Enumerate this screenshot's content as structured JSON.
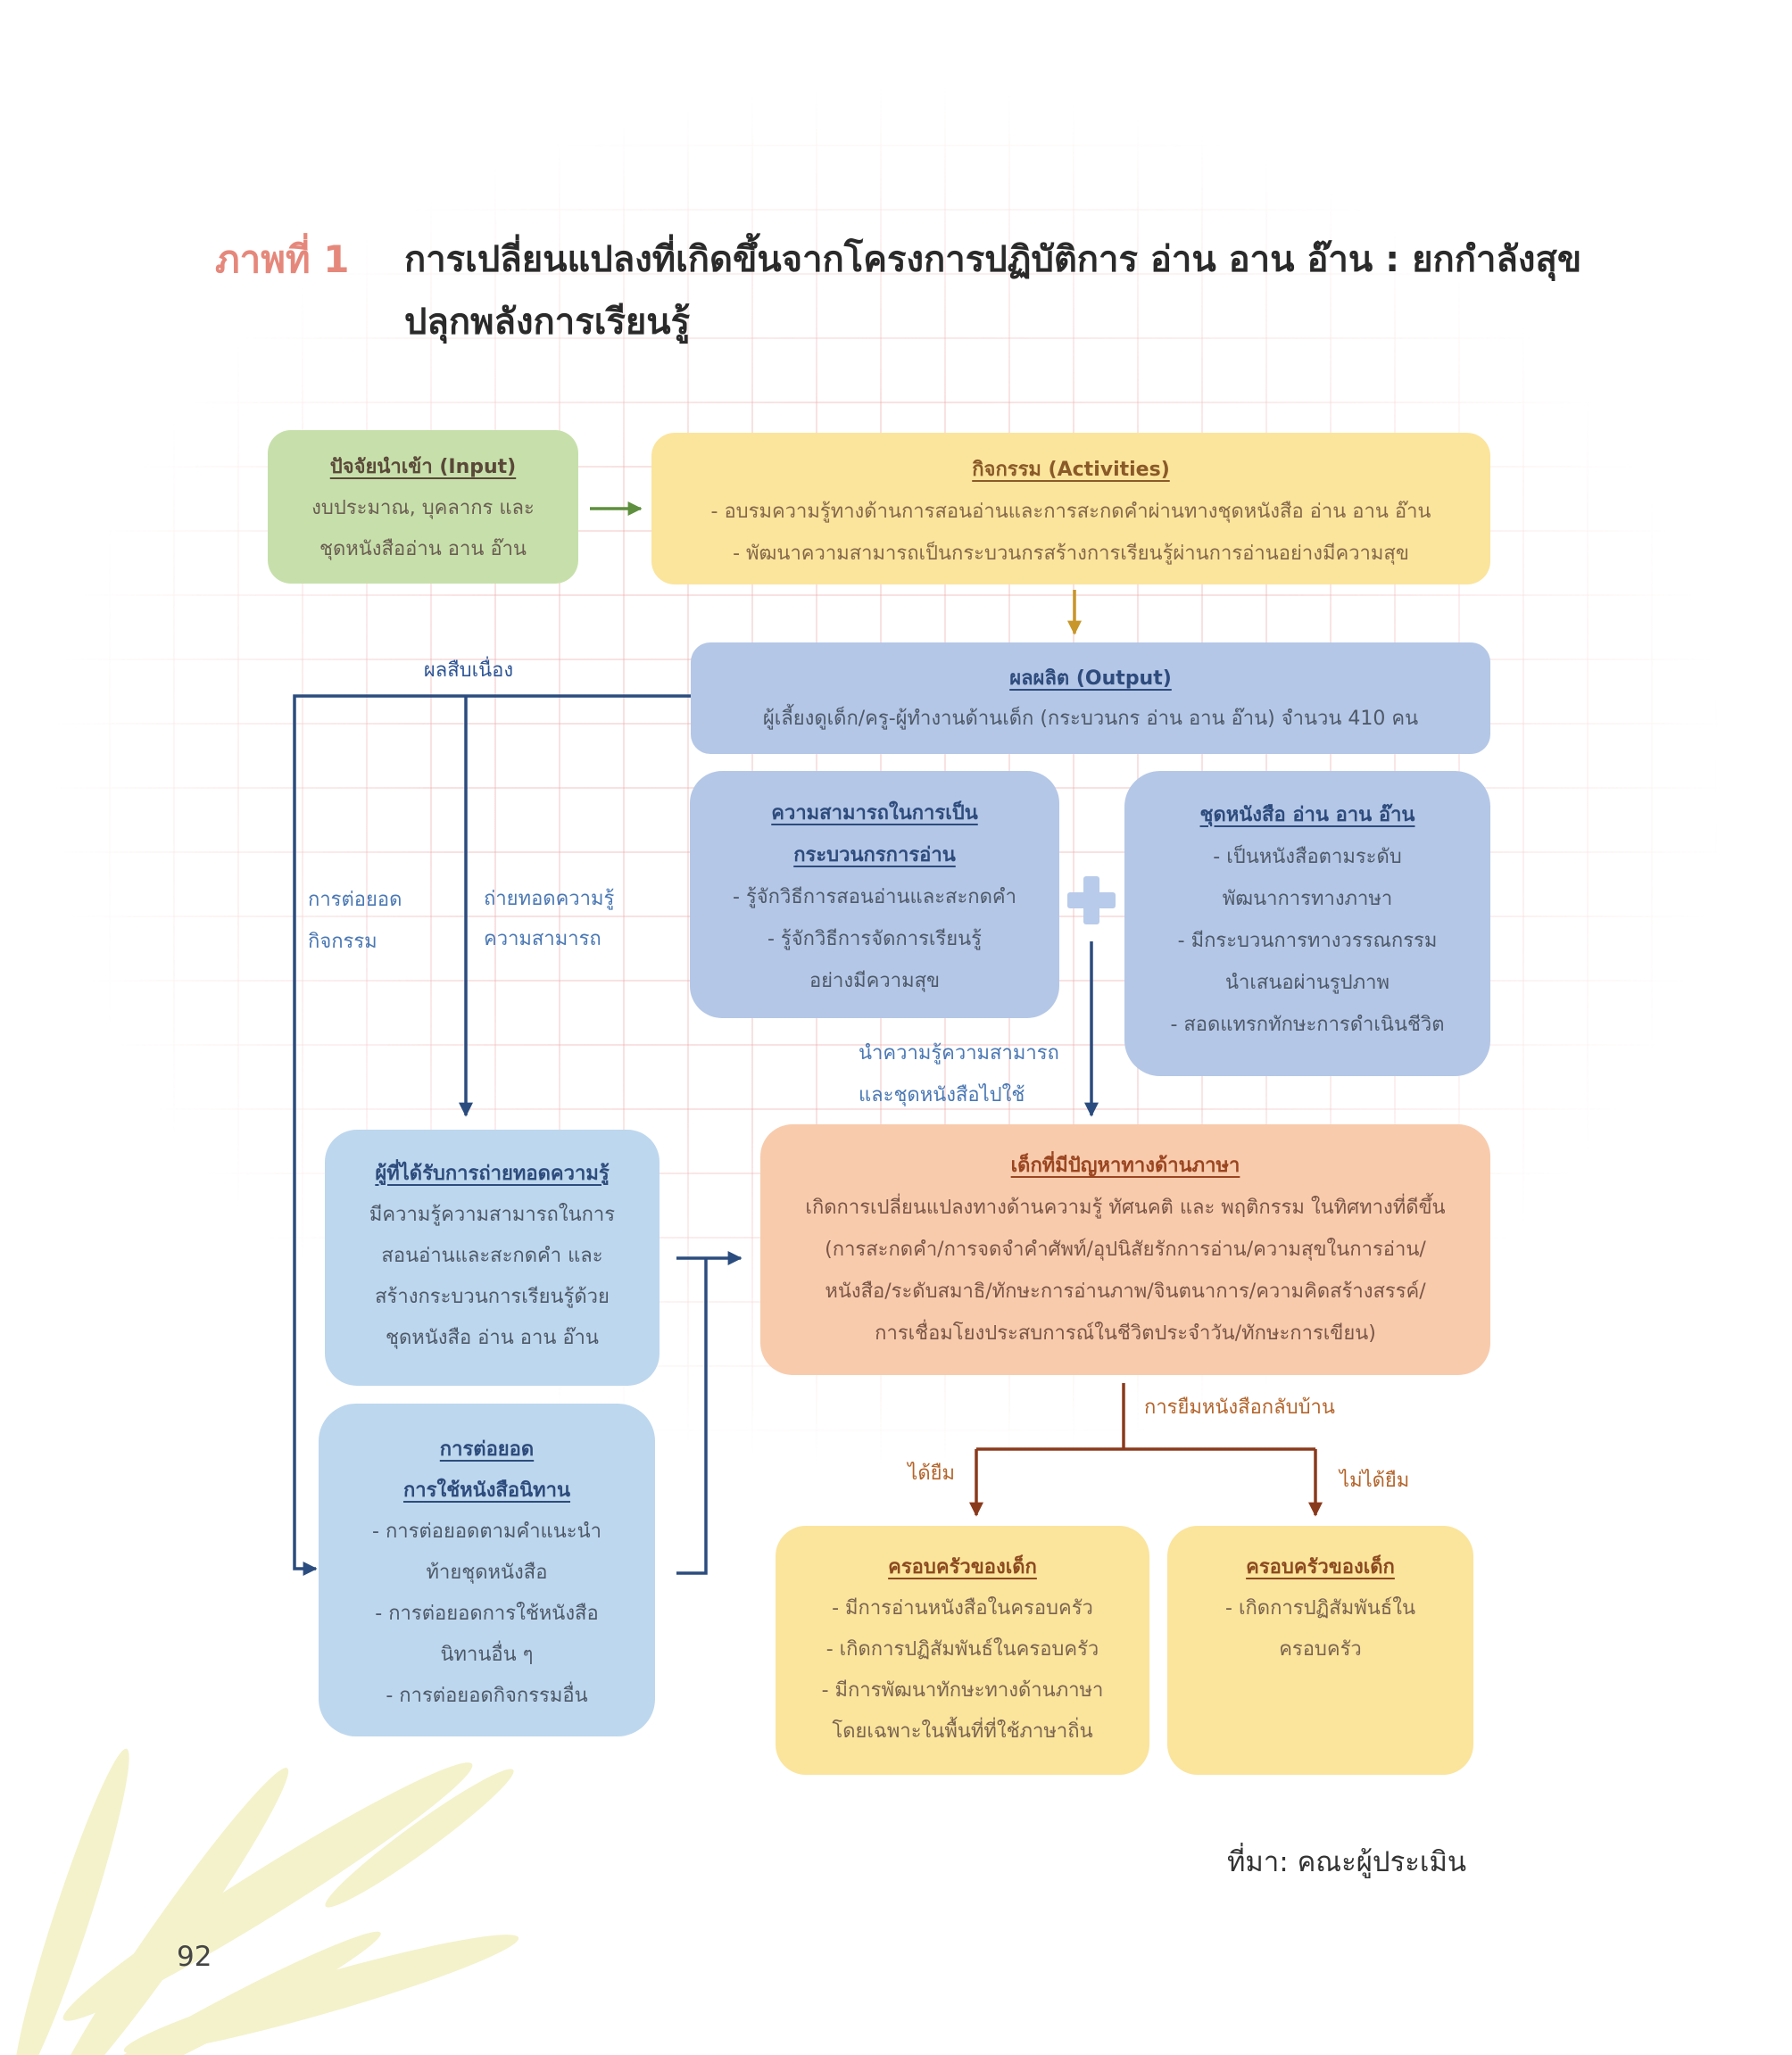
{
  "figure": {
    "label": "ภาพที่ 1",
    "title": [
      "การเปลี่ยนแปลงที่เกิดขึ้นจากโครงการปฏิบัติการ อ่าน อาน อ๊าน : ยกกำลังสุข",
      "ปลุกพลังการเรียนรู้"
    ]
  },
  "nodes": {
    "input": {
      "heading": [
        "ปัจจัยนำเข้า (Input)"
      ],
      "lines": [
        "งบประมาณ, บุคลากร และ",
        "ชุดหนังสืออ่าน อาน อ๊าน"
      ]
    },
    "activities": {
      "heading": [
        "กิจกรรม (Activities)"
      ],
      "lines": [
        "- อบรมความรู้ทางด้านการสอนอ่านและการสะกดคำผ่านทางชุดหนังสือ อ่าน อาน อ๊าน",
        "- พัฒนาความสามารถเป็นกระบวนกรสร้างการเรียนรู้ผ่านการอ่านอย่างมีความสุข"
      ]
    },
    "output": {
      "heading": [
        "ผลผลิต (Output)"
      ],
      "lines": [
        "ผู้เลี้ยงดูเด็ก/ครู-ผู้ทำงานด้านเด็ก (กระบวนกร อ่าน อาน อ๊าน) จำนวน 410 คน"
      ]
    },
    "ability": {
      "heading": [
        "ความสามารถในการเป็น",
        "กระบวนกรการอ่าน"
      ],
      "lines": [
        "- รู้จักวิธีการสอนอ่านและสะกดคำ",
        "- รู้จักวิธีการจัดการเรียนรู้",
        "อย่างมีความสุข"
      ]
    },
    "books": {
      "heading": [
        "ชุดหนังสือ อ่าน อาน อ๊าน"
      ],
      "lines": [
        "- เป็นหนังสือตามระดับ",
        "พัฒนาการทางภาษา",
        "- มีกระบวนการทางวรรณกรรม",
        "นำเสนอผ่านรูปภาพ",
        "- สอดแทรกทักษะการดำเนินชีวิต"
      ]
    },
    "trainees": {
      "heading": [
        "ผู้ที่ได้รับการถ่ายทอดความรู้"
      ],
      "lines": [
        "มีความรู้ความสามารถในการ",
        "สอนอ่านและสะกดคำ และ",
        "สร้างกระบวนการเรียนรู้ด้วย",
        "ชุดหนังสือ อ่าน อาน อ๊าน"
      ]
    },
    "extension": {
      "heading": [
        "การต่อยอด",
        "การใช้หนังสือนิทาน"
      ],
      "lines": [
        "- การต่อยอดตามคำแนะนำ",
        "ท้ายชุดหนังสือ",
        "- การต่อยอดการใช้หนังสือ",
        "นิทานอื่น ๆ",
        "- การต่อยอดกิจกรรมอื่น"
      ]
    },
    "children": {
      "heading": [
        "เด็กที่มีปัญหาทางด้านภาษา"
      ],
      "lines": [
        "เกิดการเปลี่ยนแปลงทางด้านความรู้ ทัศนคติ และ พฤติกรรม ในทิศทางที่ดีขึ้น",
        "(การสะกดคำ/การจดจำคำศัพท์/อุปนิสัยรักการอ่าน/ความสุขในการอ่าน/",
        "หนังสือ/ระดับสมาธิ/ทักษะการอ่านภาพ/จินตนาการ/ความคิดสร้างสรรค์/",
        "การเชื่อมโยงประสบการณ์ในชีวิตประจำวัน/ทักษะการเขียน)"
      ]
    },
    "family_borrowed": {
      "heading": [
        "ครอบครัวของเด็ก"
      ],
      "lines": [
        "- มีการอ่านหนังสือในครอบครัว",
        "- เกิดการปฏิสัมพันธ์ในครอบครัว",
        "- มีการพัฒนาทักษะทางด้านภาษา",
        "โดยเฉพาะในพื้นที่ที่ใช้ภาษาถิ่น"
      ]
    },
    "family_not_borrowed": {
      "heading": [
        "ครอบครัวของเด็ก"
      ],
      "lines": [
        "- เกิดการปฏิสัมพันธ์ใน",
        "ครอบครัว"
      ]
    }
  },
  "edge_labels": {
    "continuation": "ผลสืบเนื่อง",
    "extend_activity": [
      "การต่อยอด",
      "กิจกรรม"
    ],
    "transfer_knowledge": [
      "ถ่ายทอดความรู้",
      "ความสามารถ"
    ],
    "apply": [
      "นำความรู้ความสามารถ",
      "และชุดหนังสือไปใช้"
    ],
    "borrow_home": "การยืมหนังสือกลับบ้าน",
    "borrowed": "ได้ยืม",
    "not_borrowed": "ไม่ได้ยืม"
  },
  "page": {
    "source": "ที่มา: คณะผู้ประเมิน",
    "page_number": "92"
  },
  "colors": {
    "figure_label": "#e5887b",
    "input_fill": "#c7e0ab",
    "activities_fill": "#fbe49c",
    "output_fill": "#b4c7e7",
    "ability_fill": "#b4c7e7",
    "books_fill": "#b4c7e7",
    "plus_fill": "#b8cbea",
    "trainees_fill": "#bdd7ee",
    "extension_fill": "#bdd7ee",
    "children_fill": "#f8cbad",
    "family_fill": "#fbe49c",
    "arrow_input": "#5e8f3e",
    "arrow_activities": "#c8962a",
    "arrow_continuation": "#2b4c7e",
    "arrow_borrow": "#8a3a1c",
    "leaf": "#f3f0c2"
  }
}
